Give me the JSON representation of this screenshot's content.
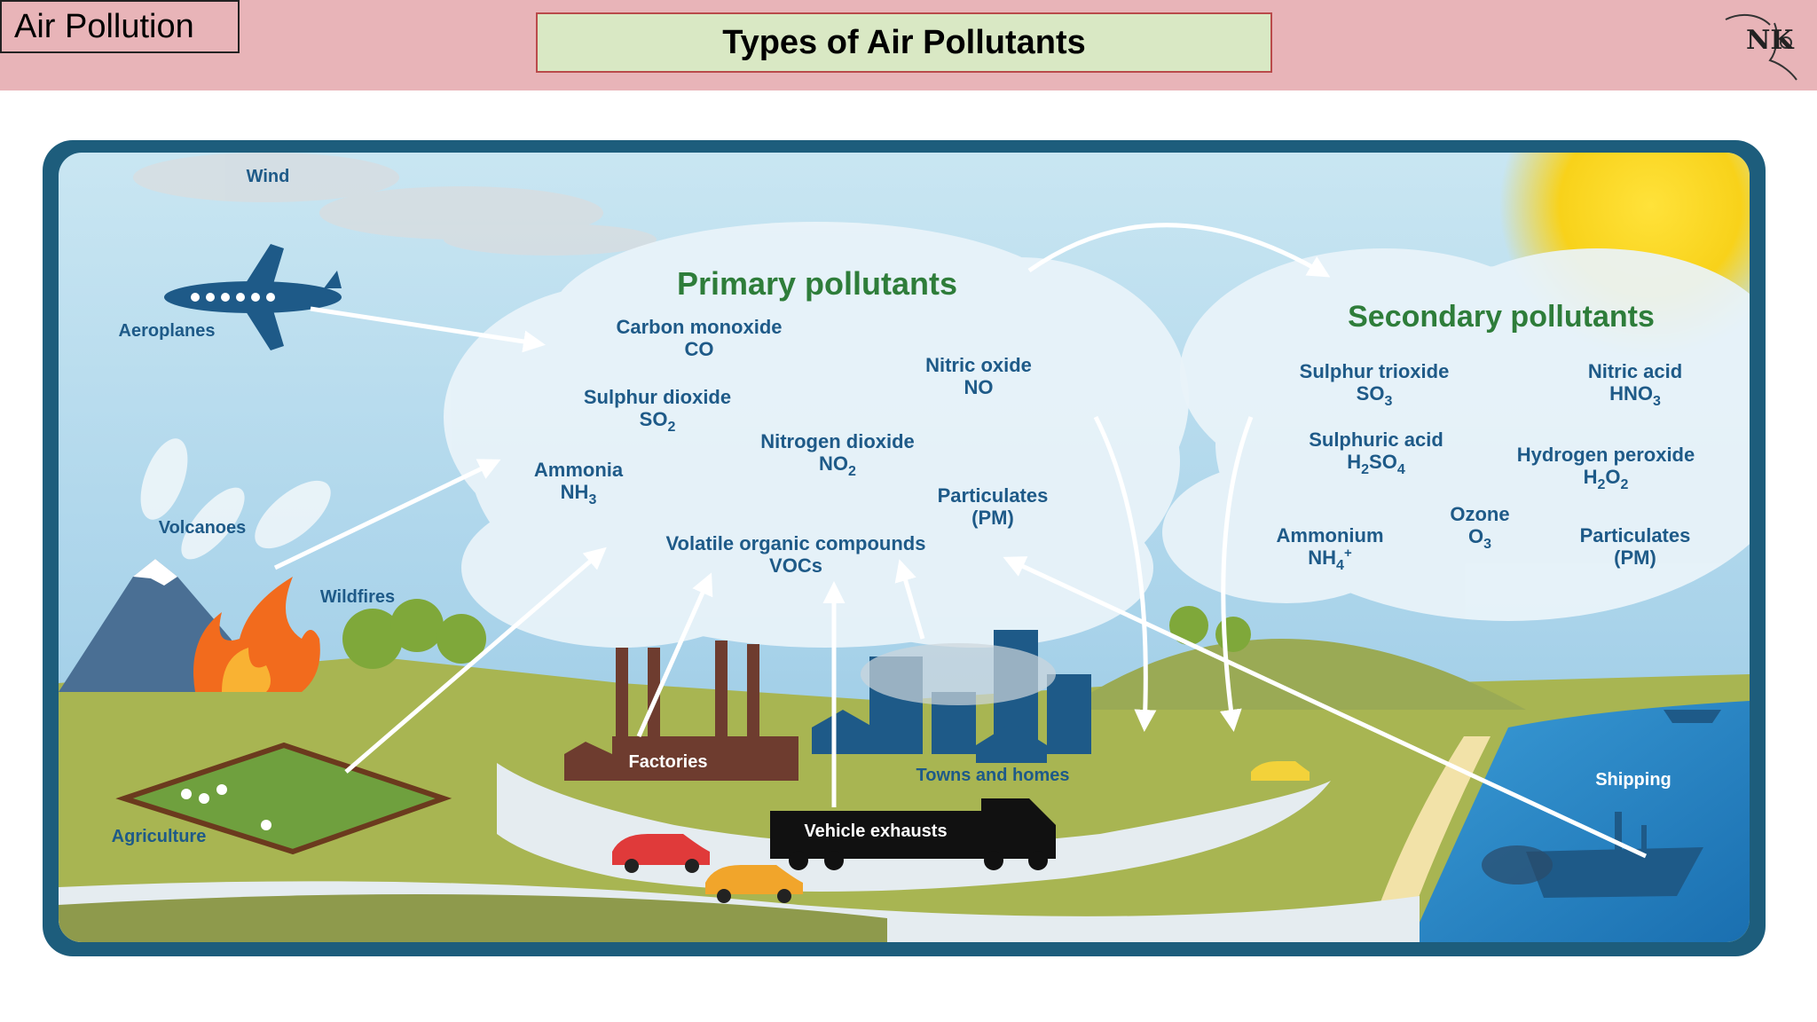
{
  "header": {
    "corner_title": "Air Pollution",
    "slide_title": "Types of Air Pollutants",
    "logo_text": "NK"
  },
  "colors": {
    "header_bg": "#e8b4b8",
    "title_box_bg": "#d9e8c4",
    "frame": "#1d5d7c",
    "label_blue": "#1e5a88",
    "heading_green": "#2e7d3a"
  },
  "diagram": {
    "primary_heading": "Primary pollutants",
    "secondary_heading": "Secondary pollutants",
    "primary": [
      {
        "name": "Carbon monoxide",
        "formula": "CO",
        "sub": ""
      },
      {
        "name": "Nitric oxide",
        "formula": "NO",
        "sub": ""
      },
      {
        "name": "Sulphur dioxide",
        "formula": "SO",
        "sub": "2"
      },
      {
        "name": "Nitrogen dioxide",
        "formula": "NO",
        "sub": "2"
      },
      {
        "name": "Ammonia",
        "formula": "NH",
        "sub": "3"
      },
      {
        "name": "Particulates",
        "formula": "(PM)",
        "sub": ""
      },
      {
        "name": "Volatile organic compounds",
        "formula": "VOCs",
        "sub": ""
      }
    ],
    "secondary": [
      {
        "name": "Sulphur trioxide",
        "formula": "SO",
        "sub": "3"
      },
      {
        "name": "Nitric acid",
        "formula": "HNO",
        "sub": "3"
      },
      {
        "name": "Sulphuric acid",
        "formula": "H",
        "sub": "2",
        "formula2": "SO",
        "sub2": "4"
      },
      {
        "name": "Hydrogen peroxide",
        "formula": "H",
        "sub": "2",
        "formula2": "O",
        "sub2": "2"
      },
      {
        "name": "Ozone",
        "formula": "O",
        "sub": "3"
      },
      {
        "name": "Ammonium",
        "formula": "NH",
        "sub": "4",
        "sup": "+"
      },
      {
        "name": "Particulates",
        "formula": "(PM)",
        "sub": ""
      }
    ],
    "sources": {
      "wind": "Wind",
      "aeroplanes": "Aeroplanes",
      "volcanoes": "Volcanoes",
      "wildfires": "Wildfires",
      "agriculture": "Agriculture",
      "factories": "Factories",
      "towns": "Towns and homes",
      "vehicles": "Vehicle exhausts",
      "shipping": "Shipping"
    }
  }
}
